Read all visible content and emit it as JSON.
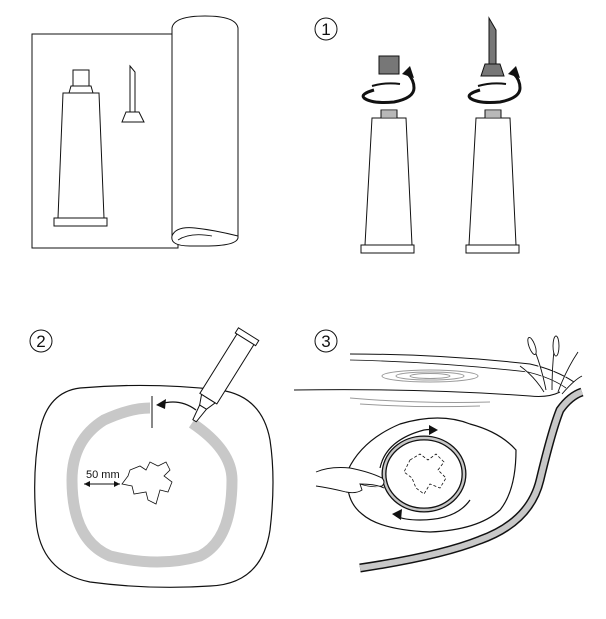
{
  "steps": [
    {
      "number": "1"
    },
    {
      "number": "2"
    },
    {
      "number": "3"
    }
  ],
  "annotations": {
    "margin_label": "50 mm"
  },
  "colors": {
    "line": "#111111",
    "adhesive_band": "#c8c8c8",
    "cap_gray": "#777777",
    "water": "#9a9a9a"
  }
}
